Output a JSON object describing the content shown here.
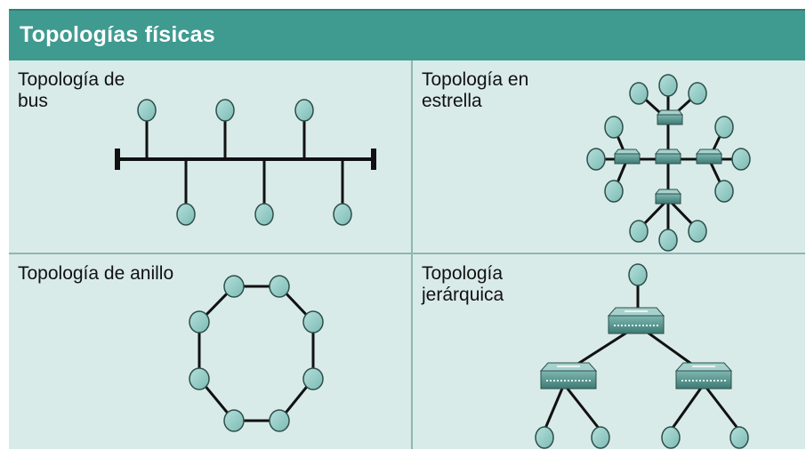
{
  "header": {
    "title": "Topologías físicas"
  },
  "panels": {
    "bus": {
      "label": "Topología de\nbus"
    },
    "star": {
      "label": "Topología en\nestrella"
    },
    "ring": {
      "label": "Topología de anillo"
    },
    "hierarchical": {
      "label": "Topología\njerárquica"
    }
  },
  "colors": {
    "header": "#3f9a90",
    "panel": "#d9ebe9",
    "node_fill": "#8fcac4",
    "node_stroke": "#2d4f4b",
    "line": "#111111"
  }
}
